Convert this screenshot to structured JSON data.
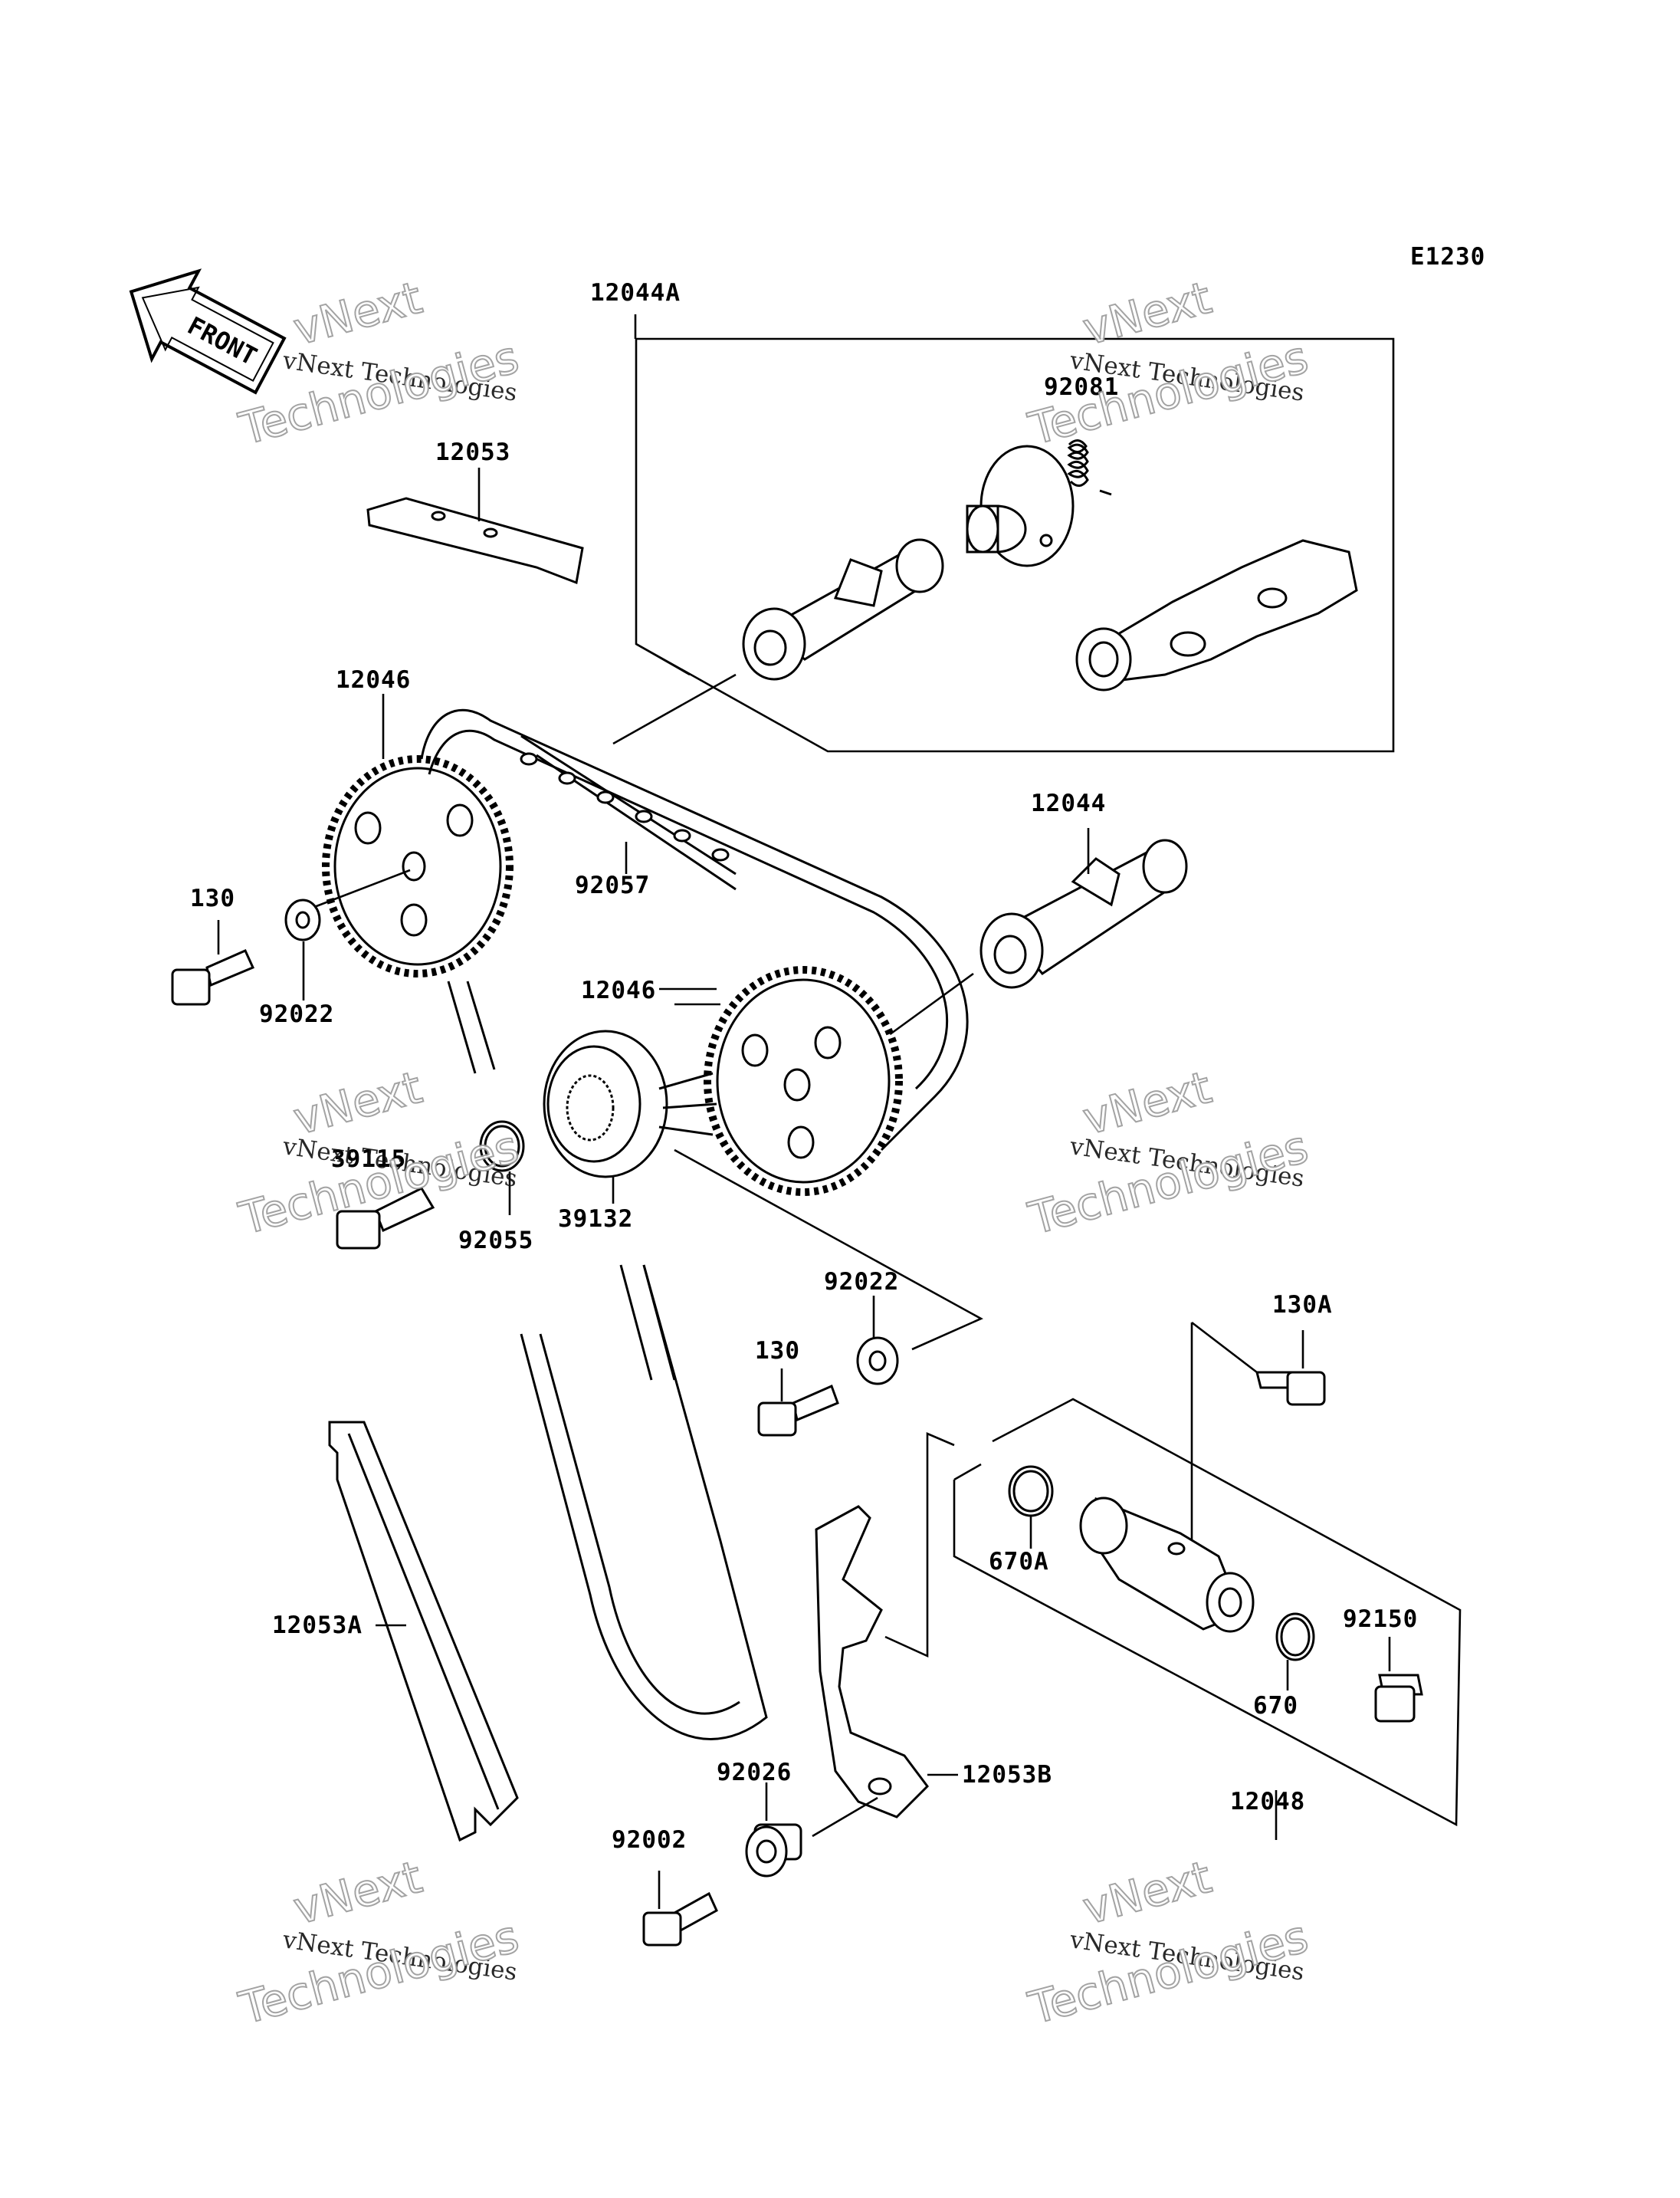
{
  "diagram": {
    "code": "E1230",
    "front_arrow": "FRONT",
    "watermark": {
      "line1": "vNext",
      "line2": "vNext Technologies",
      "line3": "Technologies"
    },
    "labels": {
      "p12044A": "12044A",
      "p92081": "92081",
      "p12053": "12053",
      "p12046_top": "12046",
      "p92057": "92057",
      "p12044": "12044",
      "p130_left": "130",
      "p92022_left": "92022",
      "p12046_mid": "12046",
      "p39115": "39115",
      "p92055": "92055",
      "p39132": "39132",
      "p92022_mid": "92022",
      "p130_mid": "130",
      "p130A": "130A",
      "p670A": "670A",
      "p12053A": "12053A",
      "p92150": "92150",
      "p670": "670",
      "p12048": "12048",
      "p92026": "92026",
      "p12053B": "12053B",
      "p92002": "92002"
    }
  }
}
